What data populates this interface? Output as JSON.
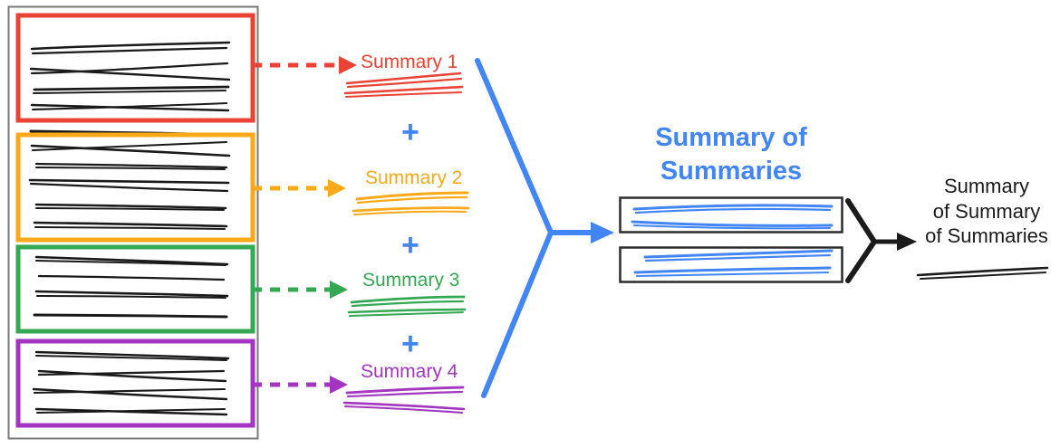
{
  "diagram": {
    "title_hidden": "",
    "source_panel": {
      "name": "source-documents-panel",
      "outer_box_color": "#7a7a7a",
      "groups": [
        {
          "id": "group-1",
          "color": "#EA4335",
          "summary_label": "Summary 1",
          "line_count": 5
        },
        {
          "id": "group-2",
          "color": "#FBA918",
          "summary_label": "Summary 2",
          "line_count": 5
        },
        {
          "id": "group-3",
          "color": "#34A853",
          "summary_label": "Summary 3",
          "line_count": 4
        },
        {
          "id": "group-4",
          "color": "#A335C0",
          "summary_label": "Summary 4",
          "line_count": 4
        }
      ]
    },
    "plus_signs": [
      "+",
      "+",
      "+"
    ],
    "merge": {
      "label": "Summary of Summaries",
      "label_line_1": "Summary of",
      "label_line_2": "Summaries",
      "color": "#4285F4",
      "box_count": 2
    },
    "final": {
      "label_line_1": "Summary",
      "label_line_2": "of Summary",
      "label_line_3": "of Summaries",
      "color": "#1b1b1b"
    },
    "colors": {
      "red": "#EA4335",
      "orange": "#FBA918",
      "green": "#34A853",
      "purple": "#A335C0",
      "blue": "#4285F4",
      "black": "#1b1b1b",
      "gray": "#7a7a7a"
    }
  }
}
